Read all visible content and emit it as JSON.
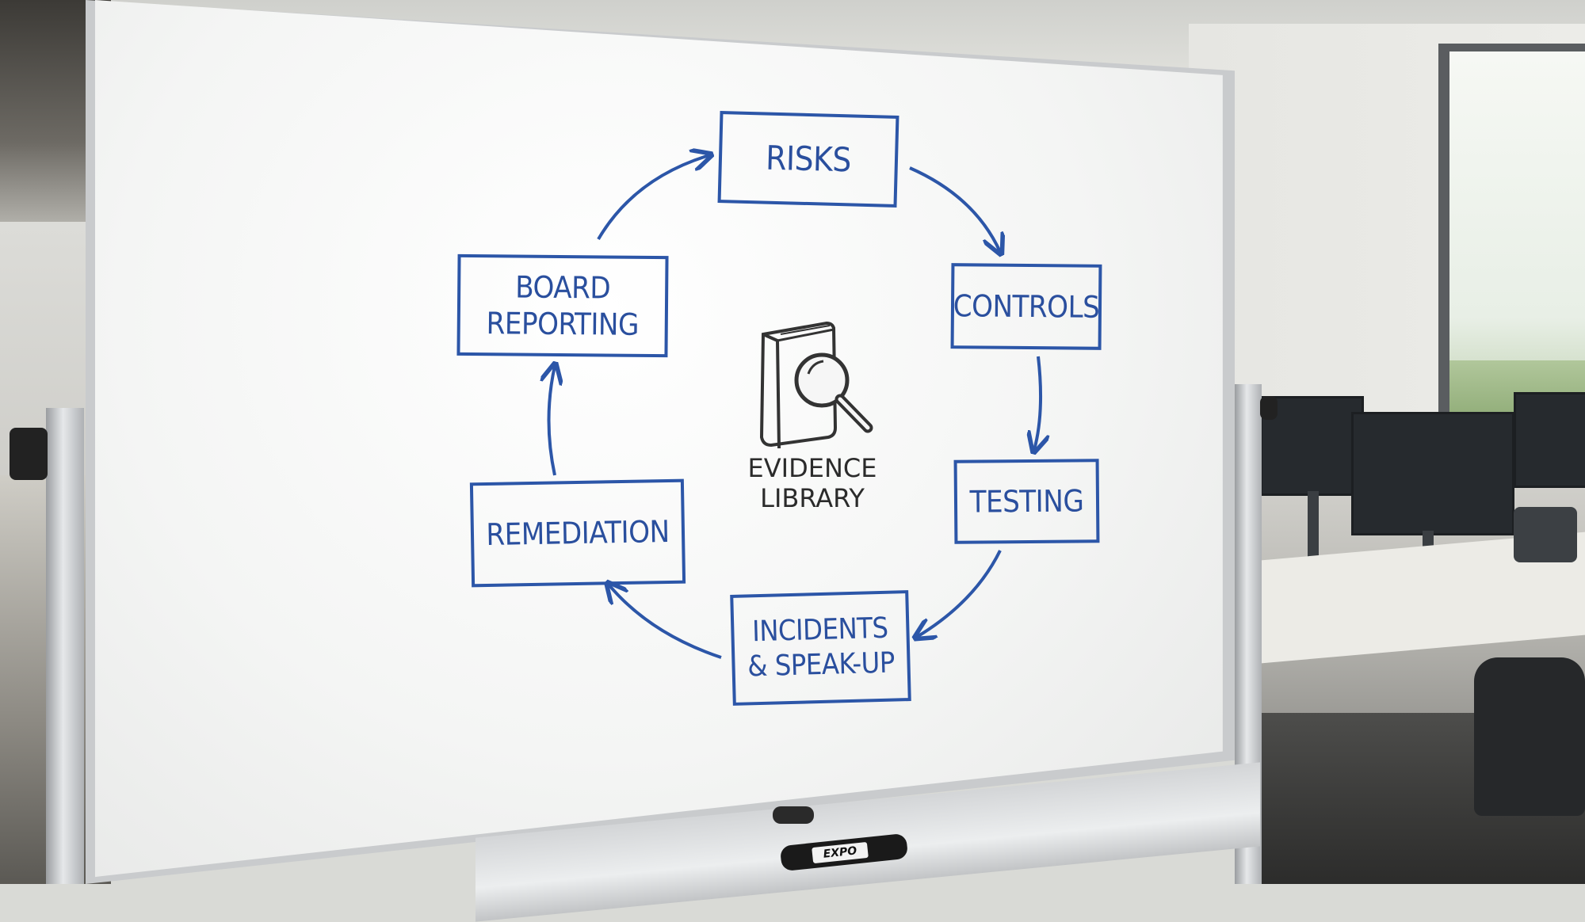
{
  "whiteboard": {
    "nodes": [
      {
        "id": "risks",
        "label": "RISKS"
      },
      {
        "id": "controls",
        "label": "CONTROLS"
      },
      {
        "id": "testing",
        "label": "TESTING"
      },
      {
        "id": "incidents",
        "label": "INCIDENTS\n& SPEAK-UP"
      },
      {
        "id": "remediation",
        "label": "REMEDIATION"
      },
      {
        "id": "board-reporting",
        "label": "BOARD\nREPORTING"
      }
    ],
    "center": {
      "label": "EVIDENCE\nLIBRARY",
      "icon": "book-magnifier-icon"
    },
    "cycle_order": [
      "RISKS",
      "CONTROLS",
      "TESTING",
      "INCIDENTS & SPEAK-UP",
      "REMEDIATION",
      "BOARD REPORTING"
    ],
    "ink_color": "#2c56a8"
  },
  "marker": {
    "brand": "EXPO"
  }
}
